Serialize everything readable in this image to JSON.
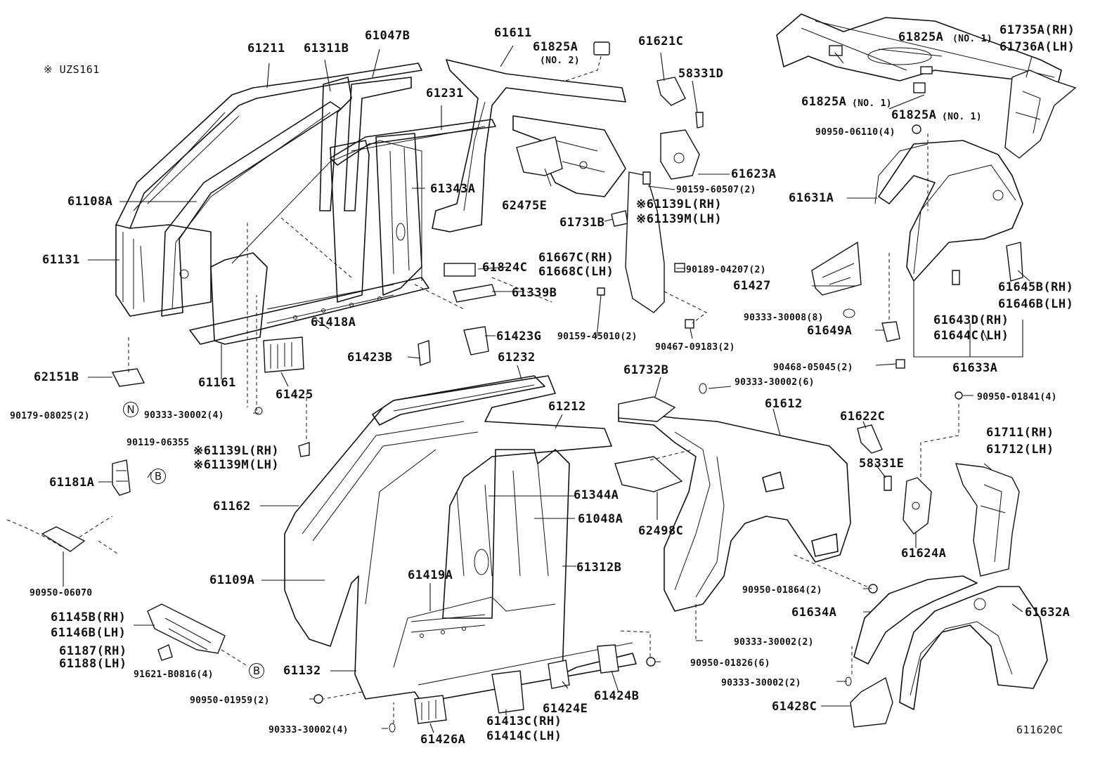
{
  "figure_id": "611620C",
  "model_note": "※ UZS161",
  "labels": {
    "p61211": "61211",
    "p61311B": "61311B",
    "p61047B": "61047B",
    "p61611": "61611",
    "p61825A_no2": "61825A",
    "p61825A_no2_note": "(NO. 2)",
    "p61621C": "61621C",
    "p61825A_top": "61825A",
    "p61825A_top_note": "(NO. 1)",
    "p61735A": "61735A(RH)",
    "p61736A": "61736A(LH)",
    "p58331D": "58331D",
    "p61231": "61231",
    "p61825A_left": "61825A",
    "p61825A_left_note": "(NO. 1)",
    "p61825A_right": "61825A",
    "p61825A_right_note": "(NO. 1)",
    "p90950_06110": "90950-06110(4)",
    "p61623A": "61623A",
    "p61108A": "61108A",
    "p62475E": "62475E",
    "p61139L_a": "※61139L(RH)",
    "p61139M_a": "※61139M(LH)",
    "p61731B": "61731B",
    "p61631A": "61631A",
    "p61131": "61131",
    "p90159_60507": "90159-60507(2)",
    "p61343A": "61343A",
    "p61667C": "61667C(RH)",
    "p61668C": "61668C(LH)",
    "p61824C": "61824C",
    "p90189_04207": "90189-04207(2)",
    "p61427": "61427",
    "p61339B": "61339B",
    "p61645B": "61645B(RH)",
    "p61646B": "61646B(LH)",
    "p90333_30008": "90333-30008(8)",
    "p61643D": "61643D(RH)",
    "p61644C": "61644C(LH)",
    "p61649A": "61649A",
    "p90159_45010": "90159-45010(2)",
    "p61418A": "61418A",
    "p61423G": "61423G",
    "p90467_09183": "90467-09183(2)",
    "p61423B": "61423B",
    "p61232": "61232",
    "p90468_05045": "90468-05045(2)",
    "p61633A": "61633A",
    "p62151B": "62151B",
    "p61161": "61161",
    "p61732B": "61732B",
    "p90333_30002_6": "90333-30002(6)",
    "p61612": "61612",
    "p61425": "61425",
    "p90950_01841": "90950-01841(4)",
    "p90179_08025": "90179-08025(2)",
    "p90333_30002_4a": "90333-30002(4)",
    "p61212": "61212",
    "p61622C": "61622C",
    "p61711": "61711(RH)",
    "p61712": "61712(LH)",
    "p90119_06355": "90119-06355",
    "p61139L_b": "※61139L(RH)",
    "p61139M_b": "※61139M(LH)",
    "p58331E": "58331E",
    "p61181A": "61181A",
    "p61344A": "61344A",
    "p61162": "61162",
    "p61048A": "61048A",
    "p62498C": "62498C",
    "p61624A": "61624A",
    "p90950_06070": "90950-06070",
    "p61312B": "61312B",
    "p61109A": "61109A",
    "p61419A": "61419A",
    "p90950_01864": "90950-01864(2)",
    "p61145B": "61145B(RH)",
    "p61146B": "61146B(LH)",
    "p61634A": "61634A",
    "p61632A": "61632A",
    "p61187": "61187(RH)",
    "p61188": "61188(LH)",
    "p90333_30002_2a": "90333-30002(2)",
    "p91621_B0816": "91621-B0816(4)",
    "p90950_01826": "90950-01826(6)",
    "p61132": "61132",
    "p90333_30002_2b": "90333-30002(2)",
    "p90950_01959": "90950-01959(2)",
    "p61424E": "61424E",
    "p61424B": "61424B",
    "p61428C": "61428C",
    "p90333_30002_4b": "90333-30002(4)",
    "p61413C": "61413C(RH)",
    "p61414C": "61414C(LH)",
    "p61426A": "61426A"
  },
  "markers": {
    "N": "N",
    "B": "B"
  }
}
